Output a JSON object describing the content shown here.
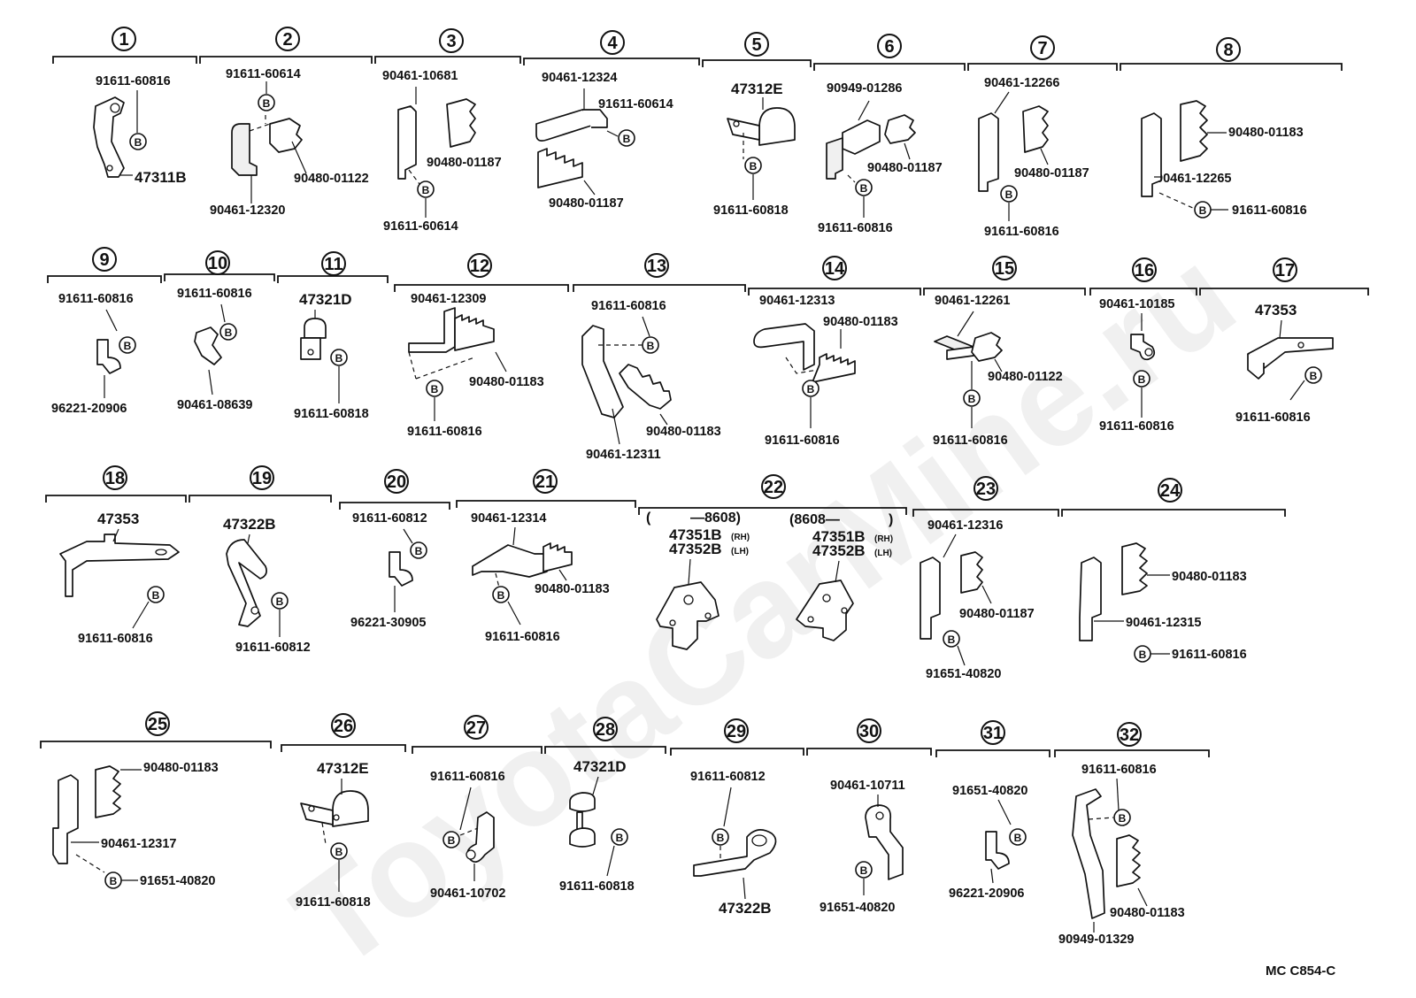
{
  "watermark": "ToyotaCarMine.ru",
  "figure_code": "MC C854-C",
  "bolt_symbol": "B",
  "groups": [
    {
      "num": "1",
      "labels": [
        "91611-60816",
        "47311B"
      ]
    },
    {
      "num": "2",
      "labels": [
        "91611-60614",
        "90480-01122",
        "90461-12320"
      ]
    },
    {
      "num": "3",
      "labels": [
        "90461-10681",
        "90480-01187",
        "91611-60614"
      ]
    },
    {
      "num": "4",
      "labels": [
        "90461-12324",
        "91611-60614",
        "90480-01187"
      ]
    },
    {
      "num": "5",
      "labels": [
        "47312E",
        "91611-60818"
      ]
    },
    {
      "num": "6",
      "labels": [
        "90949-01286",
        "90480-01187",
        "91611-60816"
      ]
    },
    {
      "num": "7",
      "labels": [
        "90461-12266",
        "90480-01187",
        "91611-60816"
      ]
    },
    {
      "num": "8",
      "labels": [
        "90480-01183",
        "90461-12265",
        "91611-60816"
      ]
    },
    {
      "num": "9",
      "labels": [
        "91611-60816",
        "96221-20906"
      ]
    },
    {
      "num": "10",
      "labels": [
        "91611-60816",
        "90461-08639"
      ]
    },
    {
      "num": "11",
      "labels": [
        "47321D",
        "91611-60818"
      ]
    },
    {
      "num": "12",
      "labels": [
        "90461-12309",
        "90480-01183",
        "91611-60816"
      ]
    },
    {
      "num": "13",
      "labels": [
        "91611-60816",
        "90480-01183",
        "90461-12311"
      ]
    },
    {
      "num": "14",
      "labels": [
        "90461-12313",
        "90480-01183",
        "91611-60816"
      ]
    },
    {
      "num": "15",
      "labels": [
        "90461-12261",
        "90480-01122",
        "91611-60816"
      ]
    },
    {
      "num": "16",
      "labels": [
        "90461-10185",
        "91611-60816"
      ]
    },
    {
      "num": "17",
      "labels": [
        "47353",
        "91611-60816"
      ]
    },
    {
      "num": "18",
      "labels": [
        "47353",
        "91611-60816"
      ]
    },
    {
      "num": "19",
      "labels": [
        "47322B",
        "91611-60812"
      ]
    },
    {
      "num": "20",
      "labels": [
        "91611-60812",
        "96221-30905"
      ]
    },
    {
      "num": "21",
      "labels": [
        "90461-12314",
        "90480-01183",
        "91611-60816"
      ]
    },
    {
      "num": "22",
      "labels": [
        "(",
        "—8608)",
        "(8608—",
        ")",
        "47351B",
        "(RH)",
        "47352B",
        "(LH)",
        "47351B",
        "(RH)",
        "47352B",
        "(LH)"
      ]
    },
    {
      "num": "23",
      "labels": [
        "90461-12316",
        "90480-01187",
        "91651-40820"
      ]
    },
    {
      "num": "24",
      "labels": [
        "90480-01183",
        "90461-12315",
        "91611-60816"
      ]
    },
    {
      "num": "25",
      "labels": [
        "90480-01183",
        "90461-12317",
        "91651-40820"
      ]
    },
    {
      "num": "26",
      "labels": [
        "47312E",
        "91611-60818"
      ]
    },
    {
      "num": "27",
      "labels": [
        "91611-60816",
        "90461-10702"
      ]
    },
    {
      "num": "28",
      "labels": [
        "47321D",
        "91611-60818"
      ]
    },
    {
      "num": "29",
      "labels": [
        "91611-60812",
        "47322B"
      ]
    },
    {
      "num": "30",
      "labels": [
        "90461-10711",
        "91651-40820"
      ]
    },
    {
      "num": "31",
      "labels": [
        "91651-40820",
        "96221-20906"
      ]
    },
    {
      "num": "32",
      "labels": [
        "91611-60816",
        "90480-01183",
        "90949-01329"
      ]
    }
  ]
}
